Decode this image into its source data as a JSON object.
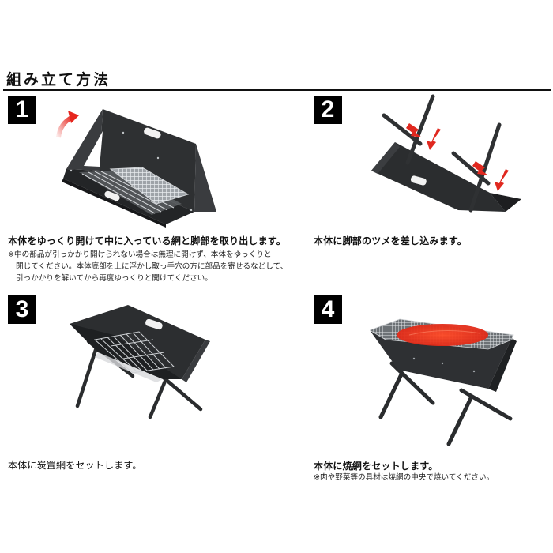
{
  "header": {
    "title": "組み立て方法"
  },
  "steps": [
    {
      "number": "1",
      "caption": "本体をゆっくり開けて中に入っている網と脚部を取り出します。",
      "notes": [
        "※中の部品が引っかかり開けられない場合は無理に開けず、本体をゆっくりと",
        "閉じてください。本体底部を上に浮かし取っ手穴の方に部品を寄せるなどして、",
        "引っかかりを解いてから再度ゆっくりと開けてください。"
      ],
      "illustration": "grill-case-opening-with-nets-inside",
      "arrow_icon": "curved-red-arrow"
    },
    {
      "number": "2",
      "caption": "本体に脚部のツメを差し込みます。",
      "notes": [],
      "illustration": "legs-inserted-into-upturned-body",
      "arrow_icon": "red-insert-arrows"
    },
    {
      "number": "3",
      "caption": "本体に炭置網をセットします。",
      "notes": [],
      "illustration": "grill-on-legs-with-charcoal-rack"
    },
    {
      "number": "4",
      "caption": "本体に焼網をセットします。",
      "notes": [
        "※肉や野菜等の具材は焼網の中央で焼いてください。"
      ],
      "illustration": "grill-with-cooking-net-heat-zone"
    }
  ],
  "colors": {
    "badge_bg": "#000000",
    "badge_fg": "#ffffff",
    "grill_body": "#2b2d2f",
    "arrow_red": "#d9231c",
    "heat_zone": "#e8321e"
  }
}
